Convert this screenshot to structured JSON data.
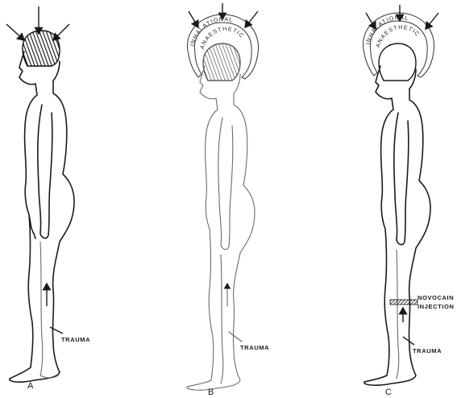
{
  "panels": [
    {
      "id": "A",
      "letter": "A",
      "trauma": "TRAUMA",
      "anaesthetic_line1": "",
      "anaesthetic_line2": "",
      "injection_line1": "",
      "injection_line2": ""
    },
    {
      "id": "B",
      "letter": "B",
      "trauma": "TRAUMA",
      "anaesthetic_line1": "INHALATIONAL",
      "anaesthetic_line2": "ANAESTHETIC",
      "injection_line1": "",
      "injection_line2": ""
    },
    {
      "id": "C",
      "letter": "C",
      "trauma": "TRAUMA",
      "anaesthetic_line1": "INHALATIONAL",
      "anaesthetic_line2": "ANAESTHETIC",
      "injection_line1": "NOVOCAIN",
      "injection_line2": "INJECTION"
    }
  ]
}
